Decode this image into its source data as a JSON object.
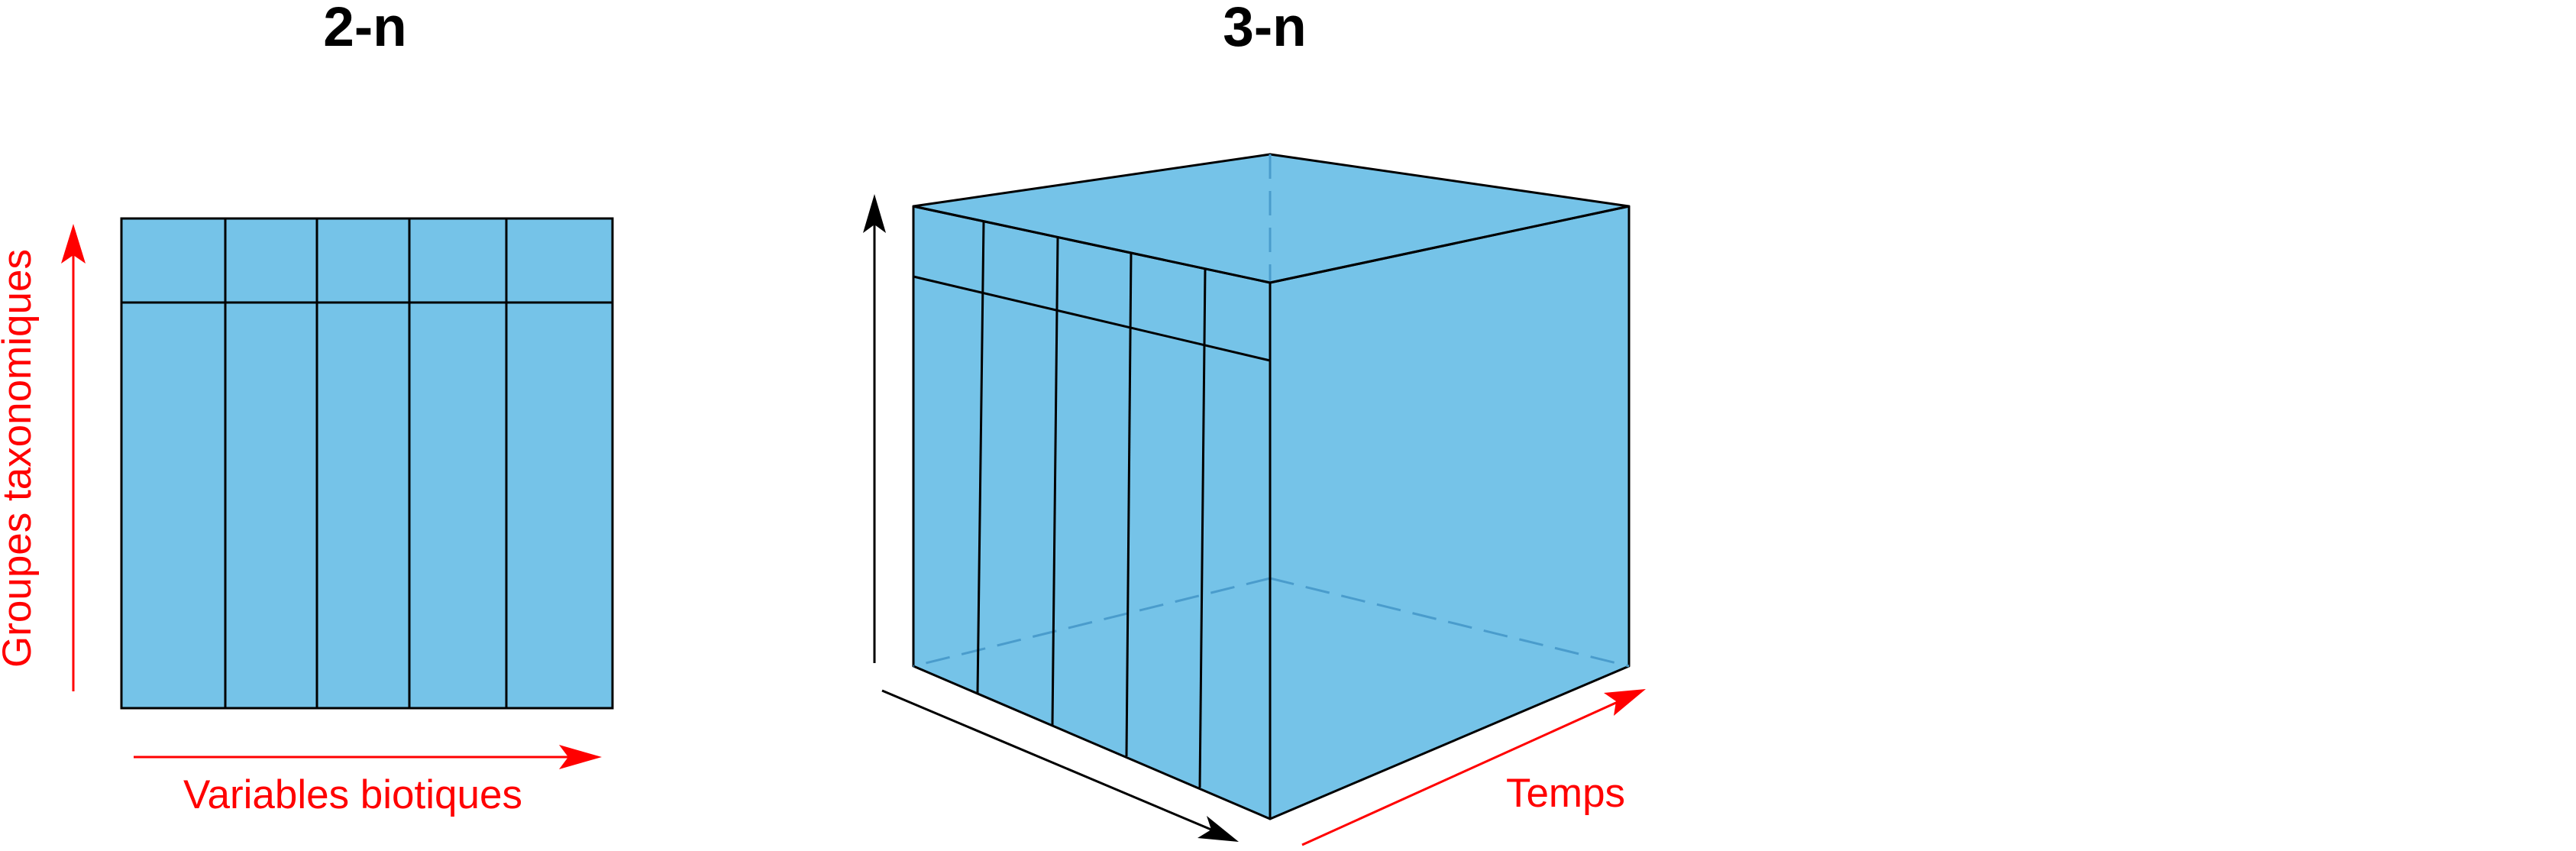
{
  "diagram": {
    "left_panel": {
      "title": "2-n",
      "vertical_axis_label": "Groupes taxonomiques",
      "horizontal_axis_label": "Variables biotiques",
      "column_count": 5
    },
    "right_panel": {
      "title": "3-n",
      "depth_axis_label": "Temps",
      "column_count": 5
    },
    "colors": {
      "fill": "#75c3e8",
      "stroke": "#000000",
      "hidden_edge": "#4a9ccc",
      "axis_label_arrow": "#ff0000",
      "plain_arrow": "#000000"
    }
  }
}
